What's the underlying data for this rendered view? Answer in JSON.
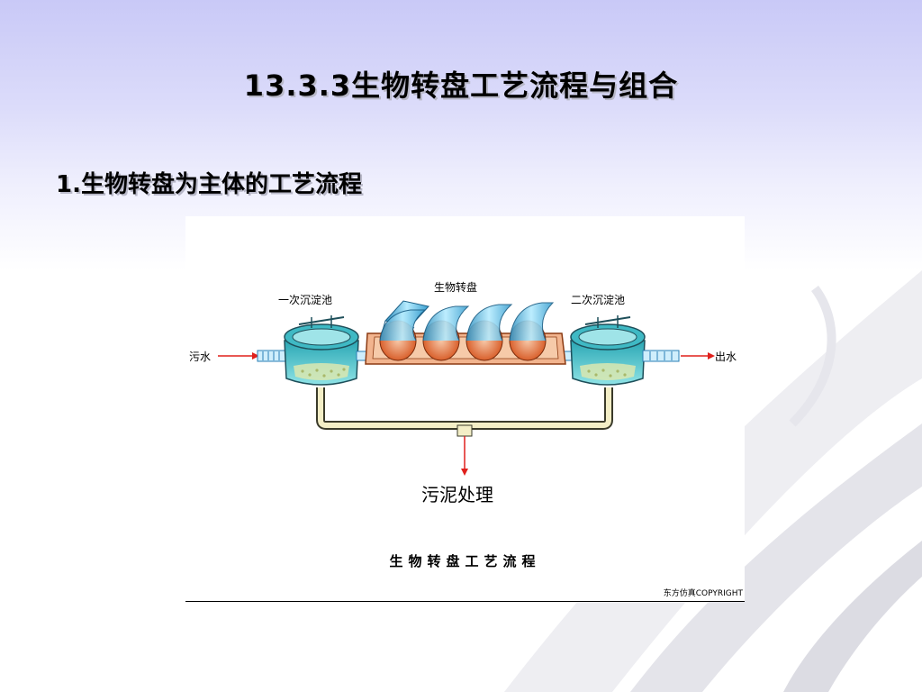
{
  "slide": {
    "title": "13.3.3生物转盘工艺流程与组合",
    "subtitle": "1.生物转盘为主体的工艺流程"
  },
  "diagram": {
    "inflow_label": "污水",
    "outflow_label": "出水",
    "primary_tank_label": "一次沉淀池",
    "secondary_tank_label": "二次沉淀池",
    "rbc_label": "生物转盘",
    "sludge_label": "污泥处理",
    "caption": "生物转盘工艺流程",
    "copyright": "东方仿真COPYRIGHT",
    "colors": {
      "arrow": "#e0201c",
      "tank_water": "#5fc9cf",
      "disc_shell": "#6fc7e6",
      "disc_face": "#e0703c",
      "trough": "#f2b48e",
      "sludge_pipe": "#f3eec6"
    }
  }
}
